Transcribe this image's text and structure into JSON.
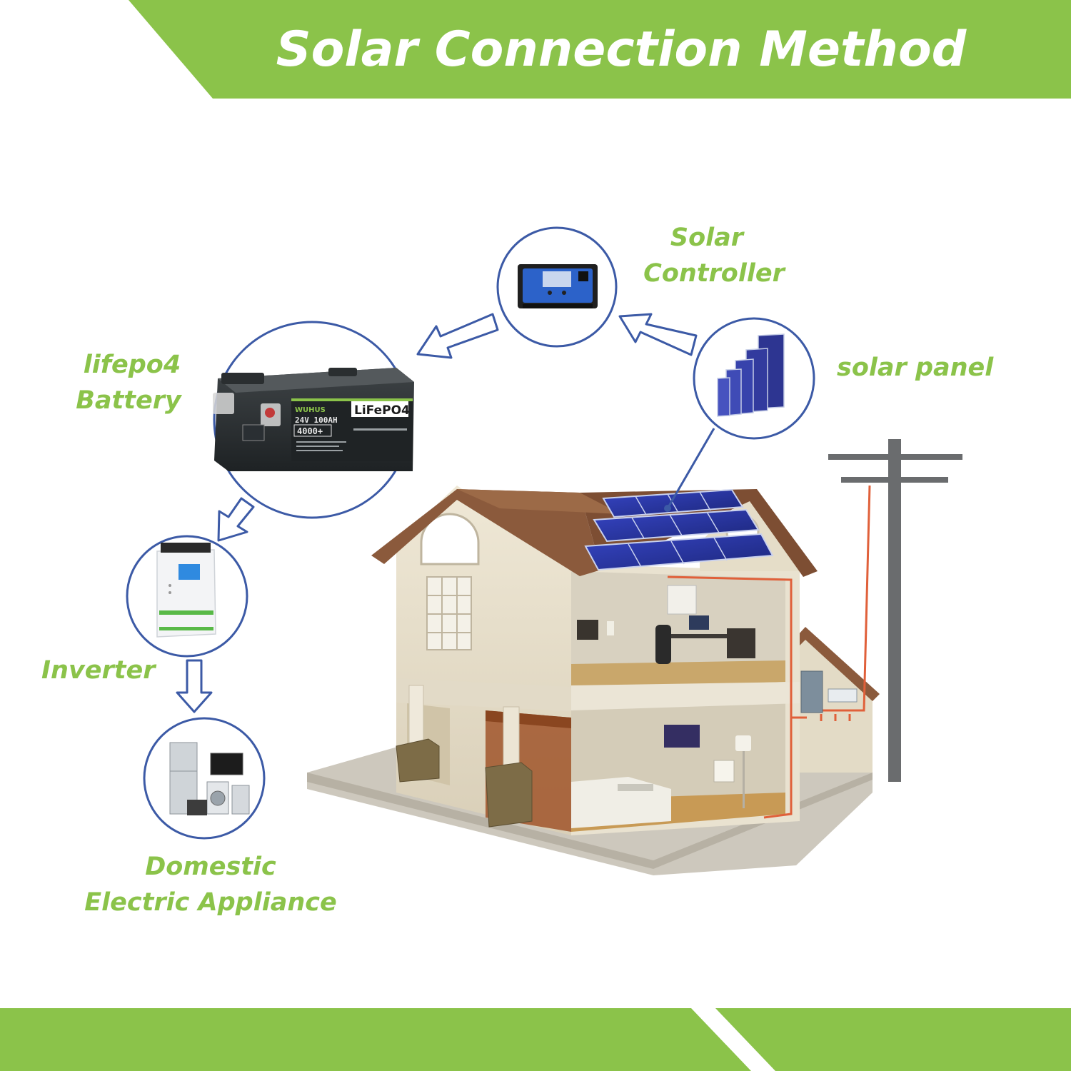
{
  "header": {
    "title": "Solar Connection Method"
  },
  "labels": {
    "solar_controller_line1": "Solar",
    "solar_controller_line2": "Controller",
    "solar_panel": "solar panel",
    "battery_line1": "lifepo4",
    "battery_line2": "Battery",
    "inverter": "Inverter",
    "appliance_line1": "Domestic",
    "appliance_line2": "Electric Appliance"
  },
  "battery_product": {
    "brand": "WUHUS",
    "chemistry": "LiFePO4",
    "spec": "24V 100AH",
    "cycles": "4000+"
  },
  "colors": {
    "brand_green": "#8bc34a",
    "circle_blue": "#3c5aa6",
    "roof_brown": "#8b5a3c",
    "wall_cream": "#e9e2d0",
    "solar_blue": "#2433a0",
    "wire_red": "#e0603a"
  },
  "icons": [
    "solar-controller-icon",
    "solar-panel-icon",
    "lifepo4-battery-icon",
    "inverter-icon",
    "appliances-icon",
    "house-illustration",
    "utility-pole-icon"
  ]
}
